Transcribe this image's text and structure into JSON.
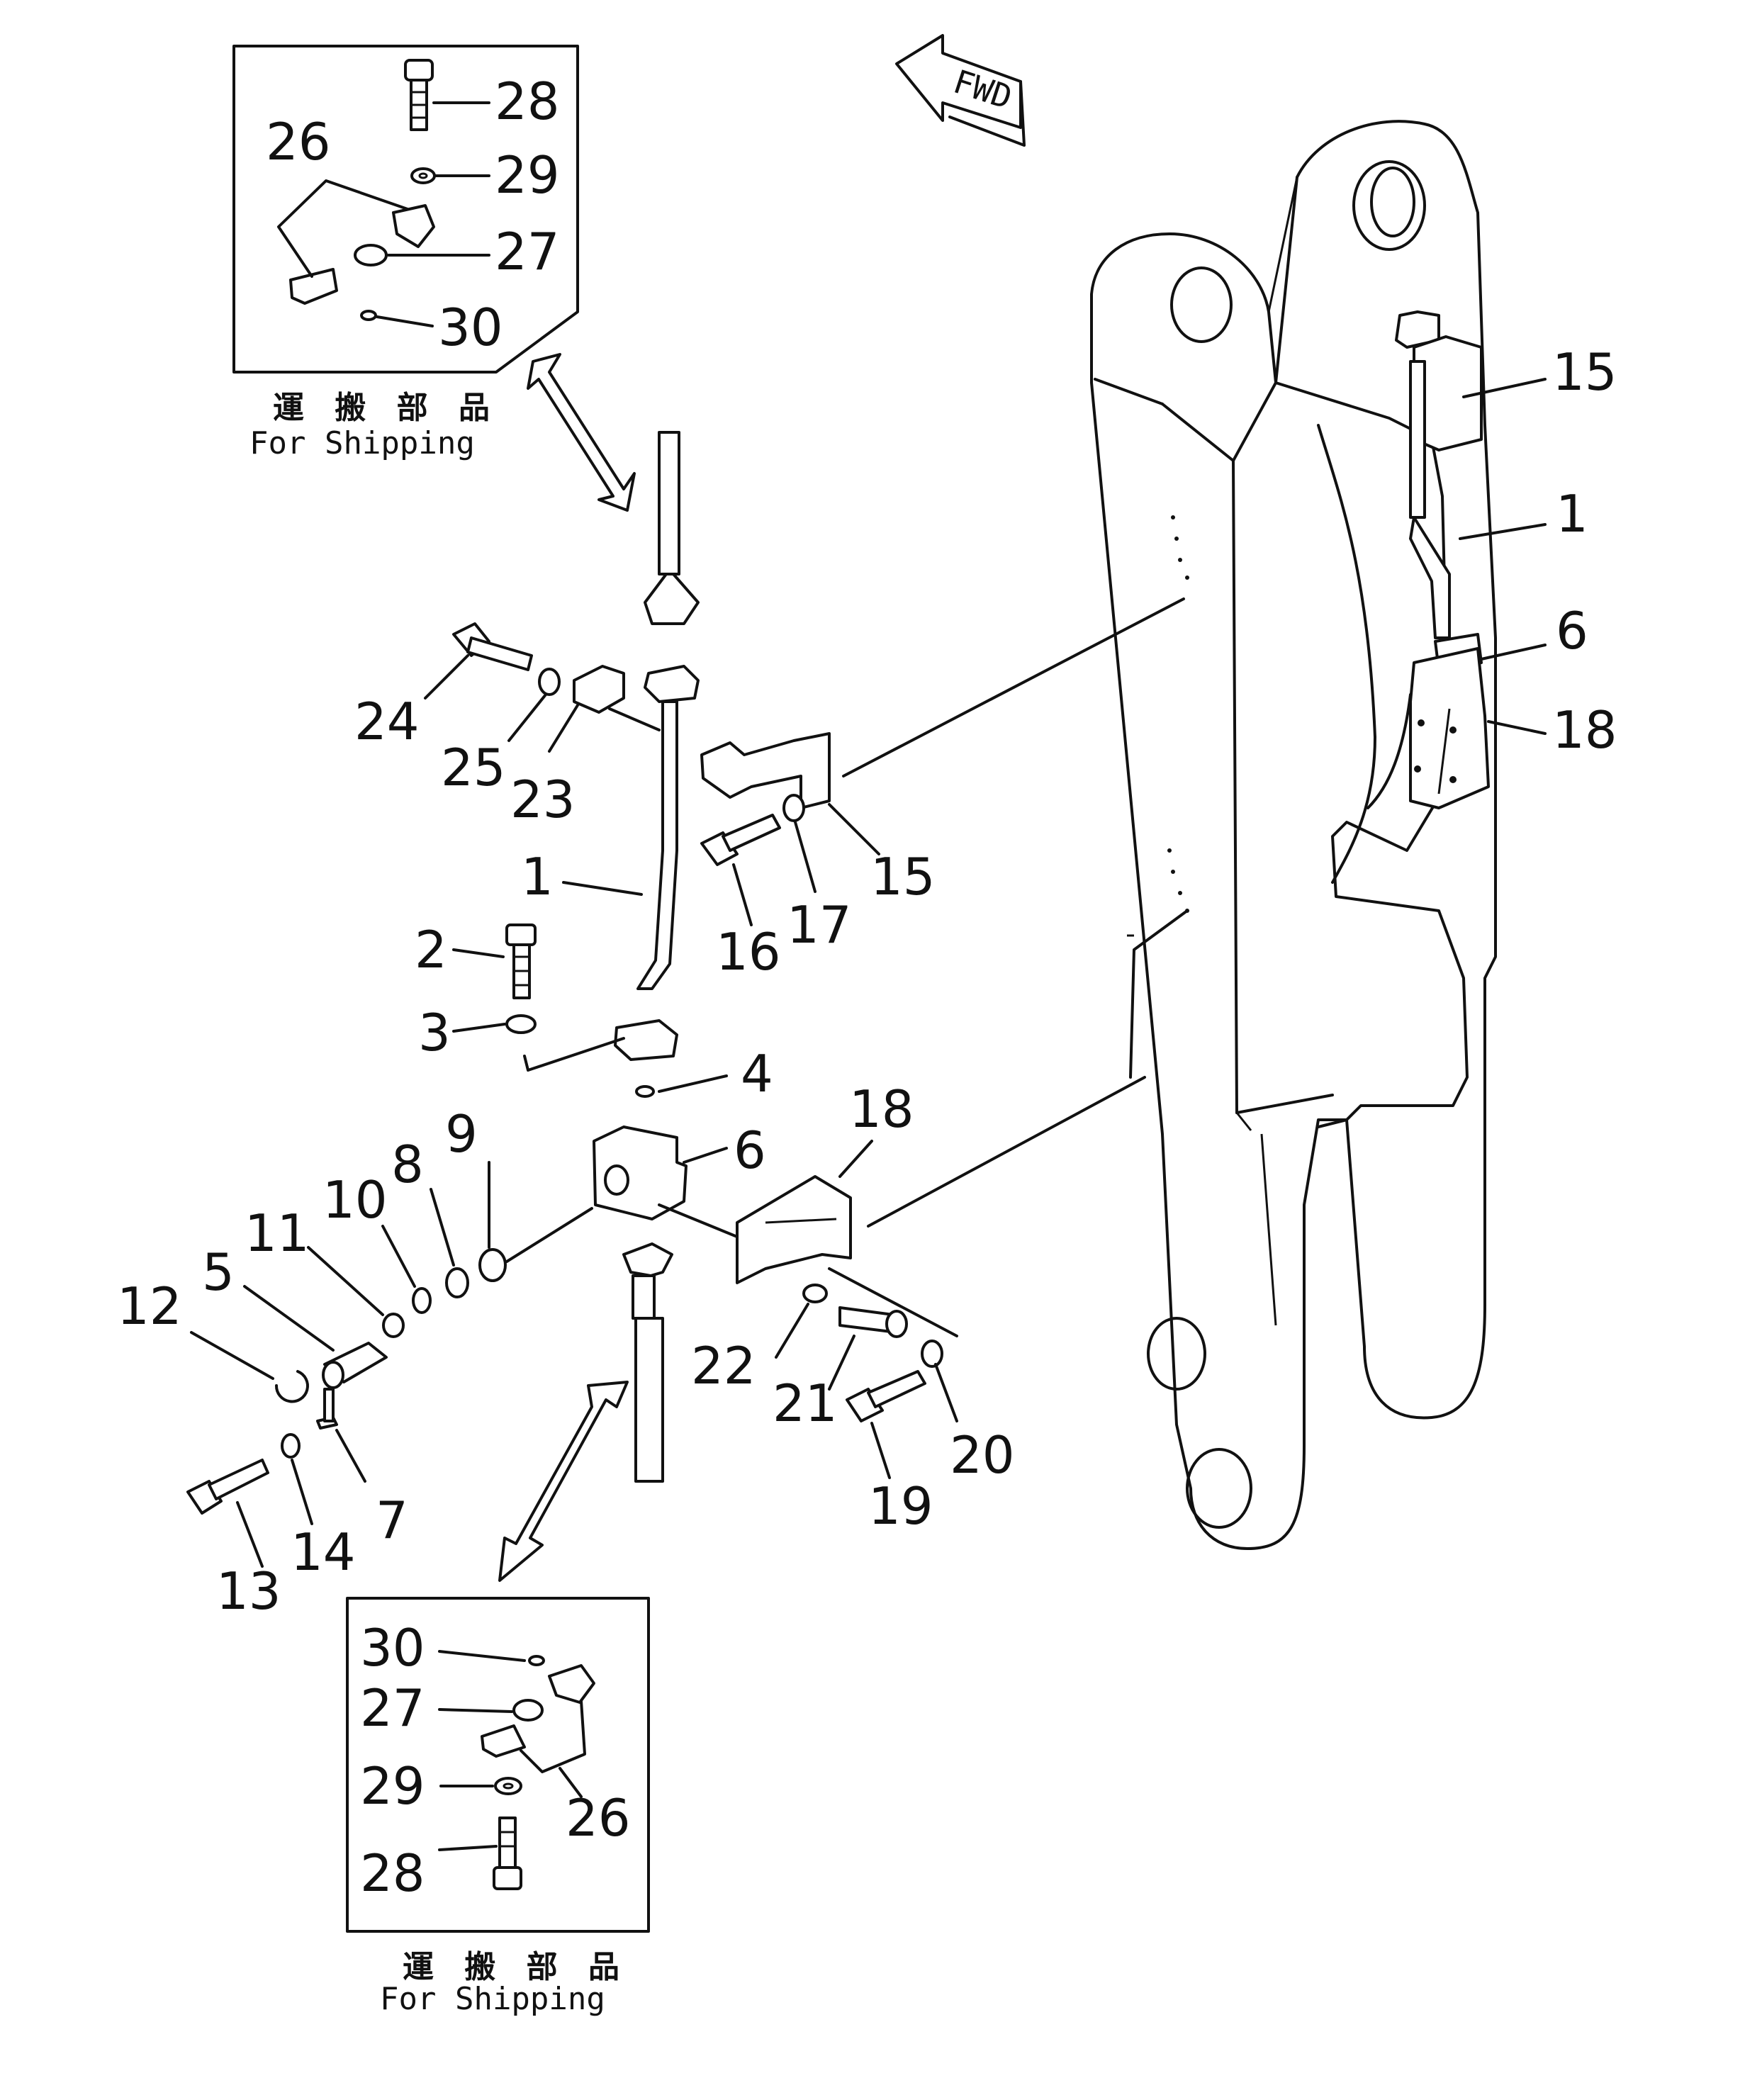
{
  "arrow": {
    "label": "FWD"
  },
  "shipping_box_top": {
    "caption_ja": "運 搬 部 品",
    "caption_en": "For Shipping",
    "labels": [
      "28",
      "29",
      "26",
      "27",
      "30"
    ]
  },
  "shipping_box_bottom": {
    "caption_ja": "運 搬 部 品",
    "caption_en": "For Shipping",
    "labels": [
      "30",
      "27",
      "29",
      "26",
      "28"
    ]
  },
  "boom_labels": [
    "15",
    "1",
    "6",
    "18"
  ],
  "part_labels": [
    "24",
    "25",
    "23",
    "1",
    "15",
    "16",
    "17",
    "2",
    "3",
    "4",
    "9",
    "8",
    "10",
    "11",
    "5",
    "12",
    "6",
    "18",
    "22",
    "21",
    "20",
    "19",
    "7",
    "14",
    "13"
  ],
  "colors": {
    "line": "#111111",
    "background": "#ffffff"
  }
}
